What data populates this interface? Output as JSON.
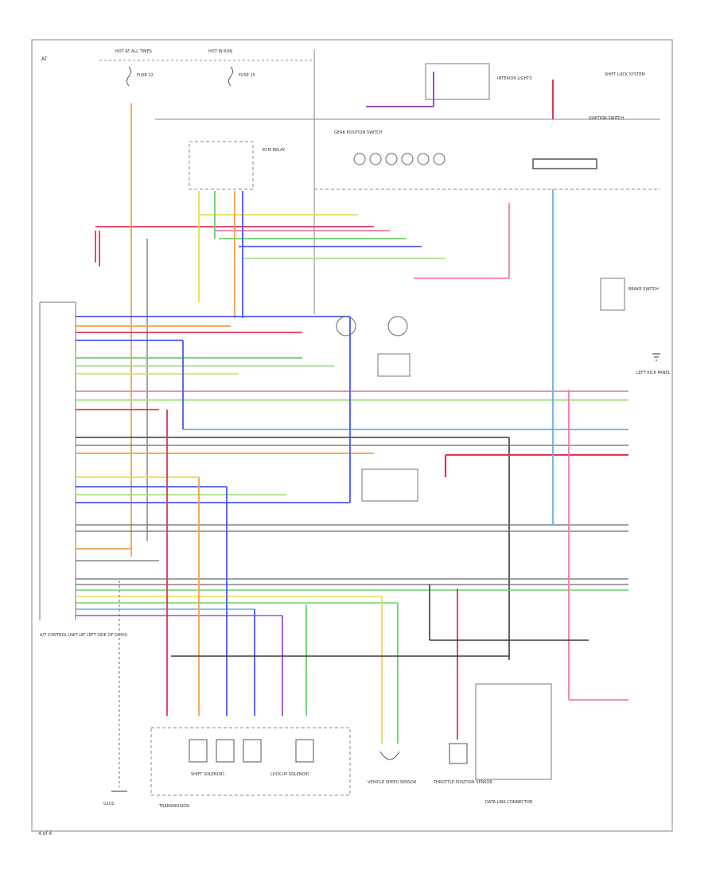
{
  "diagram": {
    "frame_code": "AT",
    "page_tag": "4 of 4",
    "components": {
      "hot_at_all_times": "HOT AT ALL TIMES",
      "hot_in_run": "HOT IN RUN",
      "fuse_12": "FUSE 12",
      "fuse_15": "FUSE 15",
      "ecm_relay": "ECM RELAY",
      "interior_lights": "INTERIOR LIGHTS",
      "shift_lock": "SHIFT LOCK SYSTEM",
      "gear_position_switch": "GEAR POSITION SWITCH",
      "ignition_switch": "IGNITION SWITCH",
      "brake_switch": "BRAKE SWITCH",
      "data_link": "DATA LINK CONNECTOR",
      "tcm": "A/T CONTROL UNIT (AT LEFT SIDE OF DASH)",
      "shift_solenoid": "SHIFT SOLENOID",
      "lockup_solenoid": "LOCK-UP SOLENOID",
      "vss": "VEHICLE SPEED SENSOR",
      "throttle_sensor": "THROTTLE POSITION SENSOR",
      "transmission": "TRANSMISSION",
      "ground": "G101",
      "left_kick": "LEFT KICK PANEL"
    },
    "colors": {
      "red": "#e0345a",
      "pink": "#f07ab0",
      "orange": "#f0a050",
      "yellow": "#e6dc5a",
      "green": "#6cd06c",
      "lightgreen": "#a8e08a",
      "blue": "#4a5ae8",
      "lightblue": "#6aaee8",
      "purple": "#a050c8",
      "gray": "#6a6a6a",
      "black": "#3a3a3a"
    }
  }
}
